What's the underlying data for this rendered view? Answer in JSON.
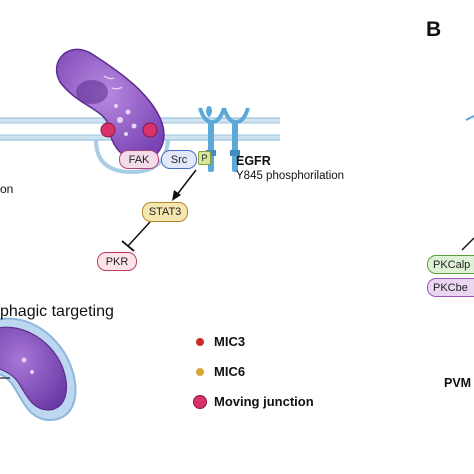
{
  "panel_b_letter": "B",
  "panel_a": {
    "proteins": {
      "fak": "FAK",
      "src": "Src",
      "p": "P",
      "egfr": "EGFR",
      "egfr_note": "Y845 phosphorilation",
      "stat3": "STAT3",
      "pkr": "PKR"
    },
    "left_fragment": "on",
    "section_title": "phagic targeting"
  },
  "legend": [
    {
      "label": "MIC3",
      "color": "#cc2a2a"
    },
    {
      "label": "MIC6",
      "color": "#d9a33a"
    },
    {
      "label": "Moving junction",
      "color": "#d9326b"
    }
  ],
  "panel_b": {
    "pkc_alpha": "PKCalp",
    "pkc_beta": "PKCbe",
    "pvm": "PVM"
  },
  "colors": {
    "membrane": "#b9d6ea",
    "parasite": "#9a63c7",
    "parasite_dark": "#6b3aa0",
    "vacuole_outer": "#9ec3e6",
    "egfr": "#5aa9d6",
    "fak_border": "#b0457a",
    "src_border": "#4a6bc4",
    "stat3_fill": "#f6e7b0",
    "stat3_border": "#b08a2a",
    "pkr_border": "#c23a57",
    "pkc_alpha_fill": "#dff1d6",
    "pkc_alpha_border": "#5a9e3f",
    "pkc_beta_fill": "#ead6f0",
    "pkc_beta_border": "#9b53b4"
  }
}
